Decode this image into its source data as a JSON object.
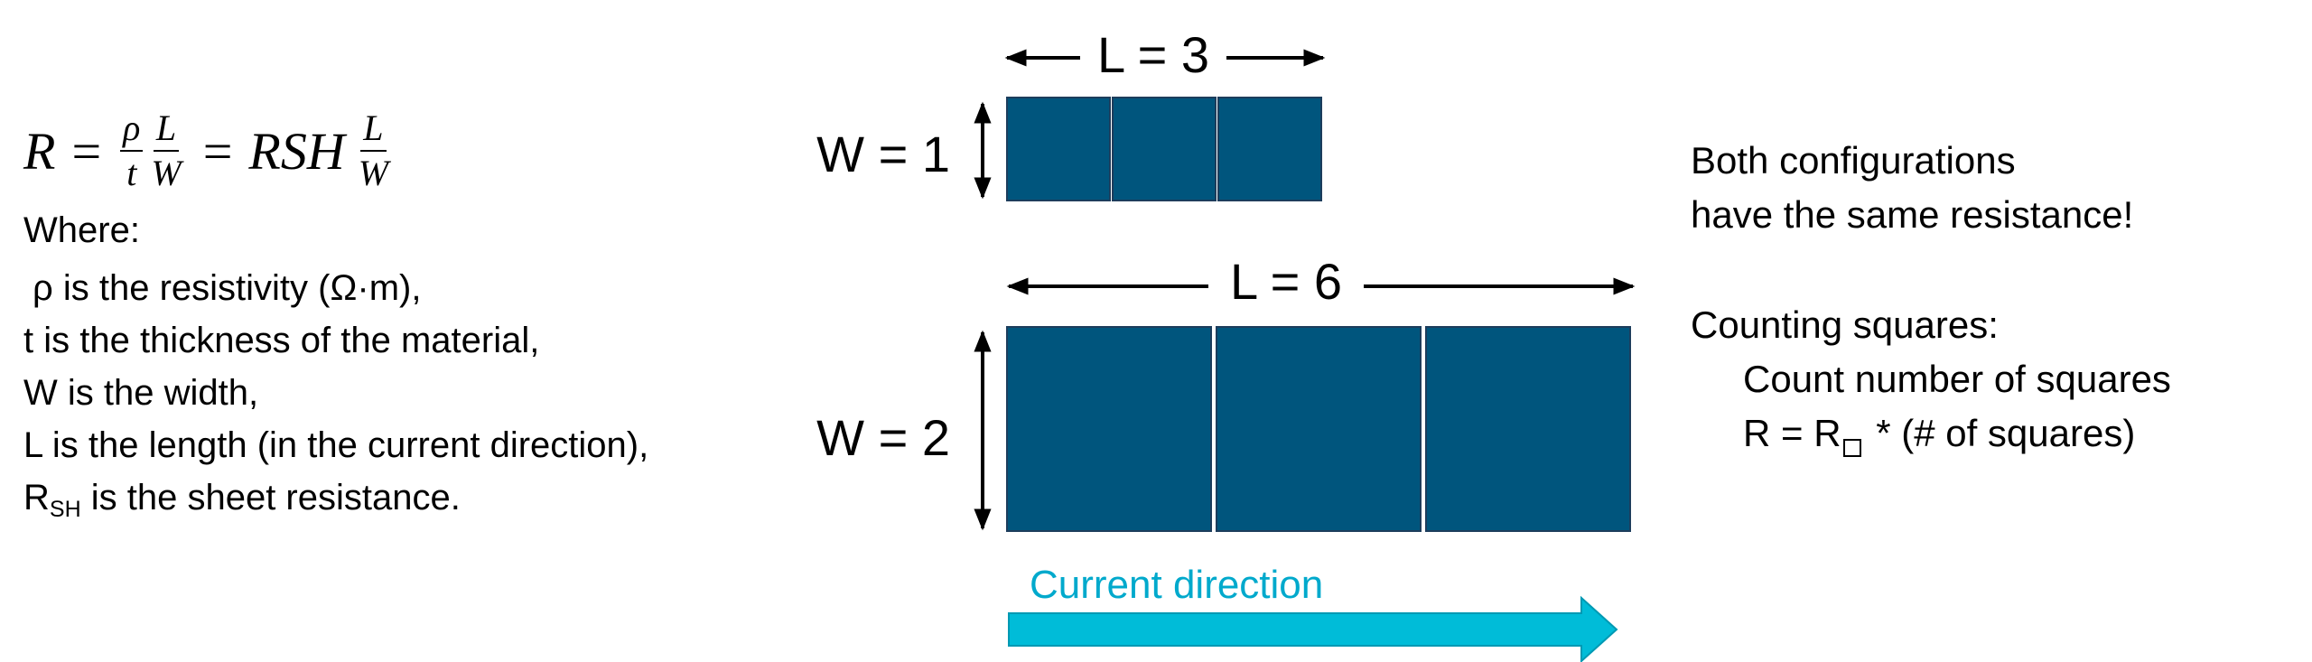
{
  "formula": {
    "lhs": "R",
    "equals": "=",
    "f1": {
      "num": "ρ",
      "den": "t"
    },
    "f2": {
      "num": "L",
      "den": "W"
    },
    "rsh": "RSH",
    "f3": {
      "num": "L",
      "den": "W"
    }
  },
  "definitions": {
    "where": "Where:",
    "rho": "ρ is the resistivity (Ω·m),",
    "t": "t is the thickness of the material,",
    "w": "W is the width,",
    "l": "L is the length (in the current direction),",
    "rsh_symbol": "R",
    "rsh_sub": "SH",
    "rsh_text": " is the sheet resistance."
  },
  "diagram": {
    "top": {
      "length_label": "L = 3",
      "width_label": "W = 1",
      "squares": 3
    },
    "bottom": {
      "length_label": "L = 6",
      "width_label": "W = 2",
      "squares": 3
    },
    "current_label": "Current direction",
    "colors": {
      "square_fill": "#00557d",
      "square_border": "#1d3d5c",
      "arrow_fill": "#00bcd8",
      "current_text": "#00a9cc"
    }
  },
  "notes": {
    "line1": "Both configurations",
    "line2": "have the same resistance!",
    "counting_title": "Counting squares:",
    "count_line": "Count number of squares",
    "r_prefix": "R = R",
    "r_suffix": " * (# of squares)"
  }
}
